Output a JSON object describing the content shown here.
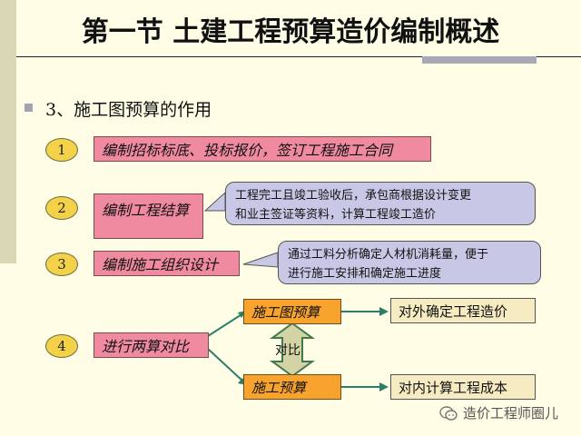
{
  "title": "第一节 土建工程预算造价编制概述",
  "heading": "3、施工图预算的作用",
  "items": [
    {
      "num": "1",
      "label": "编制招标标底、投标报价，签订工程施工合同"
    },
    {
      "num": "2",
      "label": "编制工程结算",
      "note_line1": "工程完工且竣工验收后，承包商根据设计变更",
      "note_line2": "和业主签证等资料，计算工程竣工造价"
    },
    {
      "num": "3",
      "label": "编制施工组织设计",
      "note_line1": "通过工料分析确定人材机消耗量，便于",
      "note_line2": "进行施工安排和确定施工进度"
    },
    {
      "num": "4",
      "label": "进行两算对比"
    }
  ],
  "compare": {
    "top": "施工图预算",
    "bottom": "施工预算",
    "top_result": "对外确定工程造价",
    "bottom_result": "对内计算工程成本",
    "center": "对比"
  },
  "watermark": "造价工程师圈儿",
  "colors": {
    "background": "#fffde6",
    "pink": "#ef8aa1",
    "orange": "#f7a32e",
    "callout": "#c8c8e6",
    "number": "#f3d24a",
    "arrow": "#2e7d6a",
    "double_arrow": "#d3d3a6"
  }
}
